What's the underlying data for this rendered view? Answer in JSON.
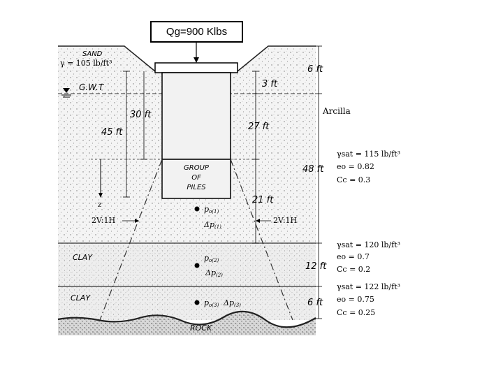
{
  "load_label": "Qg=900 Klbs",
  "labels": {
    "sand": "SAND",
    "sand_gamma": "γ = 105 lb/ft³",
    "gwt": "G.W.T",
    "arcilla": "Arcilla",
    "group_of_piles": [
      "GROUP",
      "OF",
      "PILES"
    ],
    "clay1": "CLAY",
    "clay2": "CLAY",
    "rock": "ROCK",
    "z_axis": "z",
    "slope_left": "2V:1H",
    "slope_right": "2V:1H",
    "p1": "p",
    "p1_sub": "o(1)",
    "dp1": "Δp",
    "dp1_sub": "(1)",
    "p2": "p",
    "p2_sub": "o(2)",
    "dp2": "Δp",
    "dp2_sub": "(2)",
    "p3": "p",
    "p3_sub": "o(3)",
    "dp3": "Δp",
    "dp3_sub": "(3)"
  },
  "dimensions": {
    "d_6ft_top": "6 ft",
    "d_3ft": "3 ft",
    "d_30ft": "30 ft",
    "d_45ft": "45 ft",
    "d_27ft": "27 ft",
    "d_48ft": "48 ft",
    "d_21ft": "21 ft",
    "d_12ft": "12 ft",
    "d_6ft_bottom": "6 ft"
  },
  "layers": {
    "layer1": {
      "gamma": "γsat = 115 lb/ft³",
      "e": "eo = 0.82",
      "c": "Cc = 0.3"
    },
    "layer2": {
      "gamma": "γsat = 120 lb/ft³",
      "e": "eo = 0.7",
      "c": "Cc = 0.2"
    },
    "layer3": {
      "gamma": "γsat = 122 lb/ft³",
      "e": "eo = 0.75",
      "c": "Cc = 0.25"
    }
  }
}
